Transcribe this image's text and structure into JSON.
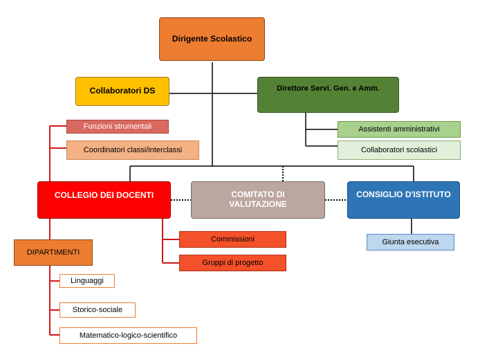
{
  "nodes": {
    "dirigente": "Dirigente Scolastico",
    "collaboratori_ds": "Collaboratori DS",
    "direttore": "Direttore Servi. Gen. e Amm.",
    "assistenti": "Assistenti amministrativi",
    "collaboratori_scol": "Collaboratori scolastici",
    "funzioni": "Funzioni strumentali",
    "coordinatori": "Coordinatori classi/interclassi",
    "collegio": "COLLEGIO DEI DOCENTI",
    "comitato": "COMITATO DI VALUTAZIONE",
    "consiglio": "CONSIGLIO D'ISTITUTO",
    "giunta": "Giunta esecutiva",
    "commissioni": "Commissioni",
    "gruppi": "Gruppi di progetto",
    "dipartimenti": "DIPARTIMENTI",
    "linguaggi": "Linguaggi",
    "storico": "Storico-sociale",
    "matematico": "Matematico-logico-scientifico"
  },
  "colors": {
    "orange": "#ED7D31",
    "yellow": "#FFC000",
    "green": "#548235",
    "light_green": "#A9D18E",
    "pale_green": "#E2EFDA",
    "rose": "#D9695F",
    "peach": "#F4B183",
    "red": "#FF0000",
    "mauve": "#BCA6A0",
    "blue": "#2E75B6",
    "light_blue": "#BDD7EE",
    "red_orange": "#F4502A"
  }
}
